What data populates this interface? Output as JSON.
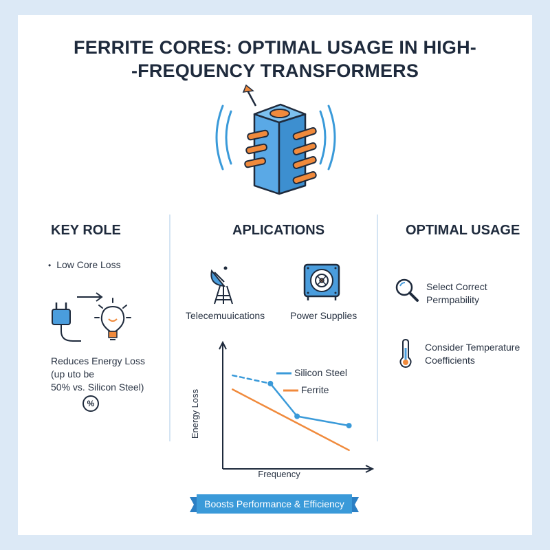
{
  "title": {
    "line1": "FERRITE CORES: OPTIMAL USAGE IN HIGH-",
    "line2": "-FREQUENCY TRANSFORMERS"
  },
  "columns": {
    "key_role": {
      "heading": "KEY ROLE",
      "bullet": "Low Core Loss",
      "desc_lines": [
        "Reduces Energy Loss",
        "(up uto be",
        "50% vs. Silicon Steel)"
      ],
      "badge": "%"
    },
    "applications": {
      "heading": "APLICATIONS",
      "items": [
        "Telecemuuications",
        "Power Supplies"
      ]
    },
    "optimal_usage": {
      "heading": "OPTIMAL USAGE",
      "items": [
        {
          "line1": "Select Correct",
          "line2": "Permpability",
          "icon": "magnifier-icon"
        },
        {
          "line1": "Consider Temperature",
          "line2": "Coefficients",
          "icon": "thermometer-icon"
        }
      ]
    }
  },
  "chart_data": {
    "type": "line",
    "xlabel": "Frequency",
    "ylabel": "Energy Loss",
    "xlim": [
      0,
      10
    ],
    "ylim": [
      0,
      10
    ],
    "series": [
      {
        "name": "Silicon Steel",
        "color": "#3a9ad9",
        "x": [
          0.7,
          3.4,
          5.3,
          9.0
        ],
        "y": [
          8.0,
          7.3,
          4.5,
          3.7
        ],
        "dashed_segments": [
          0
        ]
      },
      {
        "name": "Ferrite",
        "color": "#f08a3c",
        "x": [
          0.7,
          9.0
        ],
        "y": [
          6.8,
          1.6
        ],
        "dashed_segments": []
      }
    ]
  },
  "footer": {
    "banner": "Boosts Performance & Efficiency"
  },
  "colors": {
    "accent_blue": "#3a9ad9",
    "accent_orange": "#f08a3c",
    "background": "#dce9f6"
  }
}
